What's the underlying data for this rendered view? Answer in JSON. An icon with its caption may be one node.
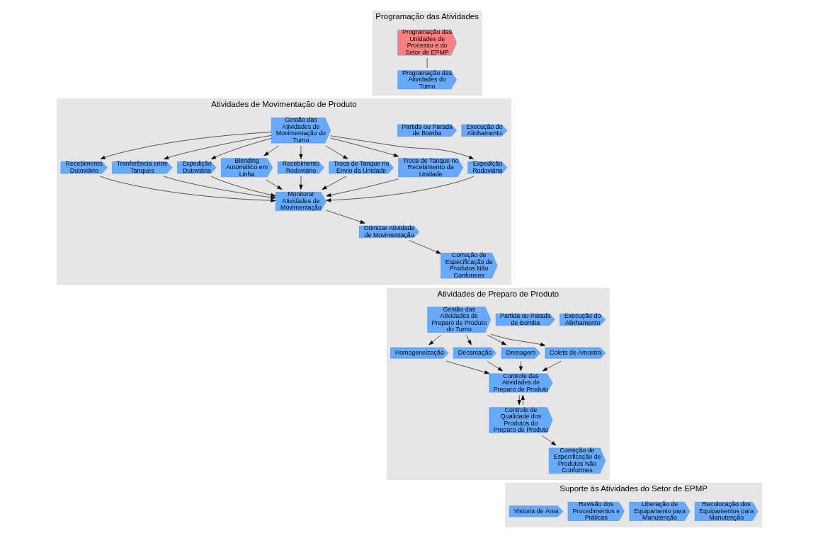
{
  "diagram": {
    "nodes": [
      {
        "text": [
          "Programação das Atividades"
        ]
      },
      {
        "text": [
          "Programação das Unidades de Processo e do Setor de EPMP"
        ],
        "in": 0
      },
      {
        "text": [
          "Programação das Atividades do Turno"
        ],
        "in": 0
      },
      {
        "text": [
          "Atividades de Movimentação de Produto"
        ]
      },
      {
        "text": [
          "Gestão das Atividades de Movimentação do Turno"
        ],
        "in": 3
      },
      {
        "text": [
          "Recebimento Dutoviário"
        ],
        "in": 3
      },
      {
        "text": [
          "Tranferência entre Tanques"
        ],
        "in": 3
      },
      {
        "text": [
          "Expedição Dutoviária"
        ],
        "in": 3
      },
      {
        "text": [
          "Blending Automático em Linha"
        ],
        "in": 3
      },
      {
        "text": [
          "Monitorar Atividades de Movimentação"
        ],
        "in": 3
      },
      {
        "text": [
          "Otimizar Atividade de Movimentação"
        ],
        "in": 3
      },
      {
        "text": [
          "Correção de Especificação de Produtos Não Conformes"
        ],
        "in": 3
      },
      {
        "text": [
          "Recebimento Rodoviário"
        ],
        "in": 3
      },
      {
        "text": [
          "Troca de Tanque no Envio da Unidade"
        ],
        "in": 3
      },
      {
        "text": [
          "Troca de Tanque no Recebimento da Unidade"
        ],
        "in": 3
      },
      {
        "text": [
          "Expedição Rodoviária"
        ],
        "in": 3
      },
      {
        "text": [
          "Execução do Alinhamento"
        ],
        "in": 3
      },
      {
        "text": [
          "Partida ou Parada de Bomba"
        ],
        "in": 3
      },
      {
        "text": [
          "Atividades de Preparo de Produto"
        ]
      },
      {
        "text": [
          "Gestão das Atividades de Preparo de Produto do Turno"
        ],
        "in": 18
      },
      {
        "text": [
          "Controle das Atividades de Preparo de Produto"
        ],
        "in": 18
      },
      {
        "text": [
          "Controle de Qualidade dos Produtos do Preparo de Produto"
        ],
        "in": 18
      },
      {
        "text": [
          "Correção de Especificação de Produtos Não Conformes"
        ],
        "in": 18
      },
      {
        "text": [
          "Homogeneização"
        ],
        "in": 18
      },
      {
        "text": [
          "Decantação"
        ],
        "in": 18
      },
      {
        "text": [
          "Drenagem"
        ],
        "in": 18
      },
      {
        "text": [
          "Coleta de Amostra"
        ],
        "in": 18
      },
      {
        "text": [
          "Execução do Alinhamento"
        ],
        "in": 18
      },
      {
        "text": [
          "Partida ou Parada de Bomba"
        ],
        "in": 18
      },
      {
        "text": [
          "Suporte às Atividades do Setor de EPMP"
        ]
      },
      {
        "text": [
          "Revisão dos Procedimentos e Práticas"
        ],
        "in": 29
      },
      {
        "text": [
          "Vistoria de Área"
        ],
        "in": 29
      },
      {
        "text": [
          "Liberação de Equipamento para Manutenção"
        ],
        "in": 29
      },
      {
        "text": [
          "Recolocação dos Equipamentos para Manutenção"
        ],
        "in": 29
      }
    ],
    "edges": [
      {
        "from": 1,
        "to": 2,
        "arrow": "none"
      },
      {
        "from": 4,
        "to": 5,
        "arrow": "to"
      },
      {
        "from": 4,
        "to": 6,
        "arrow": "to"
      },
      {
        "from": 4,
        "to": 7,
        "arrow": "to"
      },
      {
        "from": 4,
        "to": 8,
        "arrow": "to"
      },
      {
        "from": 4,
        "to": 12,
        "arrow": "to"
      },
      {
        "from": 4,
        "to": 13,
        "arrow": "to"
      },
      {
        "from": 4,
        "to": 14,
        "arrow": "to"
      },
      {
        "from": 4,
        "to": 15,
        "arrow": "to"
      },
      {
        "from": 5,
        "to": 9,
        "arrow": "to"
      },
      {
        "from": 6,
        "to": 9,
        "arrow": "to"
      },
      {
        "from": 7,
        "to": 9,
        "arrow": "to"
      },
      {
        "from": 8,
        "to": 9,
        "arrow": "to"
      },
      {
        "from": 12,
        "to": 9,
        "arrow": "to"
      },
      {
        "from": 13,
        "to": 9,
        "arrow": "to"
      },
      {
        "from": 14,
        "to": 9,
        "arrow": "to"
      },
      {
        "from": 15,
        "to": 9,
        "arrow": "to"
      },
      {
        "from": 9,
        "to": 10,
        "arrow": "to"
      },
      {
        "from": 10,
        "to": 11,
        "arrow": "to"
      },
      {
        "from": 19,
        "to": 23,
        "arrow": "to"
      },
      {
        "from": 19,
        "to": 24,
        "arrow": "to"
      },
      {
        "from": 19,
        "to": 25,
        "arrow": "to"
      },
      {
        "from": 19,
        "to": 26,
        "arrow": "to"
      },
      {
        "from": 23,
        "to": 20,
        "arrow": "to"
      },
      {
        "from": 24,
        "to": 20,
        "arrow": "to"
      },
      {
        "from": 25,
        "to": 20,
        "arrow": "to"
      },
      {
        "from": 26,
        "to": 20,
        "arrow": "to"
      },
      {
        "from": 20,
        "to": 21,
        "arrow": "to"
      },
      {
        "from": 21,
        "to": 20,
        "arrow": "to"
      },
      {
        "from": 21,
        "to": 22,
        "arrow": "to"
      }
    ]
  }
}
